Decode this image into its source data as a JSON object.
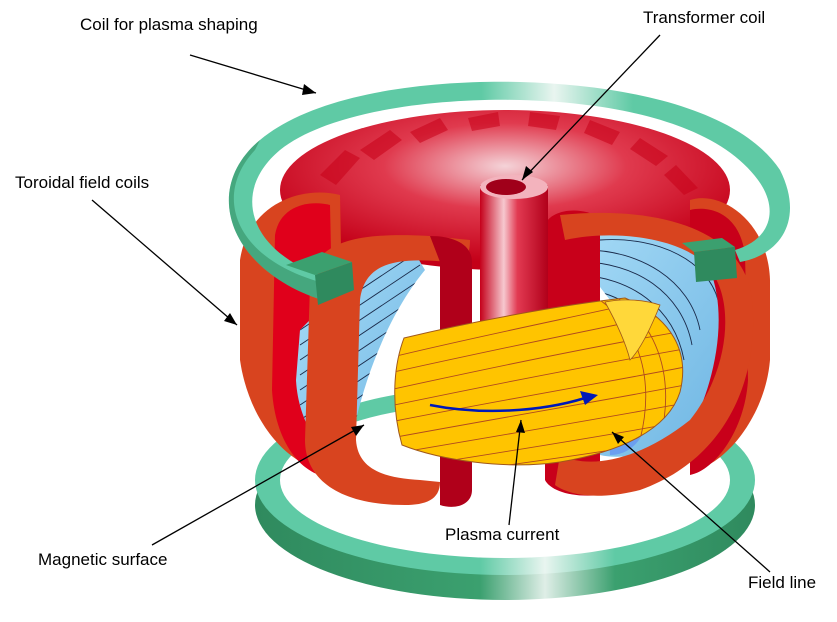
{
  "labels": {
    "coil_plasma_shaping": "Coil for plasma shaping",
    "transformer_coil": "Transformer coil",
    "toroidal_field_coils": "Toroidal field coils",
    "magnetic_surface": "Magnetic surface",
    "plasma_current": "Plasma current",
    "field_line": "Field line"
  },
  "colors": {
    "shaping_coil": "#5fcaa5",
    "shaping_coil_dark": "#2f8a5e",
    "toroidal_coil": "#d8441f",
    "toroidal_coil_inner": "#e0001b",
    "transformer": "#d9122a",
    "magnetic_surface": "#87c8ee",
    "plasma": "#ffc400",
    "field_line": "#c0392b",
    "current_arrow": "#0018b8"
  }
}
